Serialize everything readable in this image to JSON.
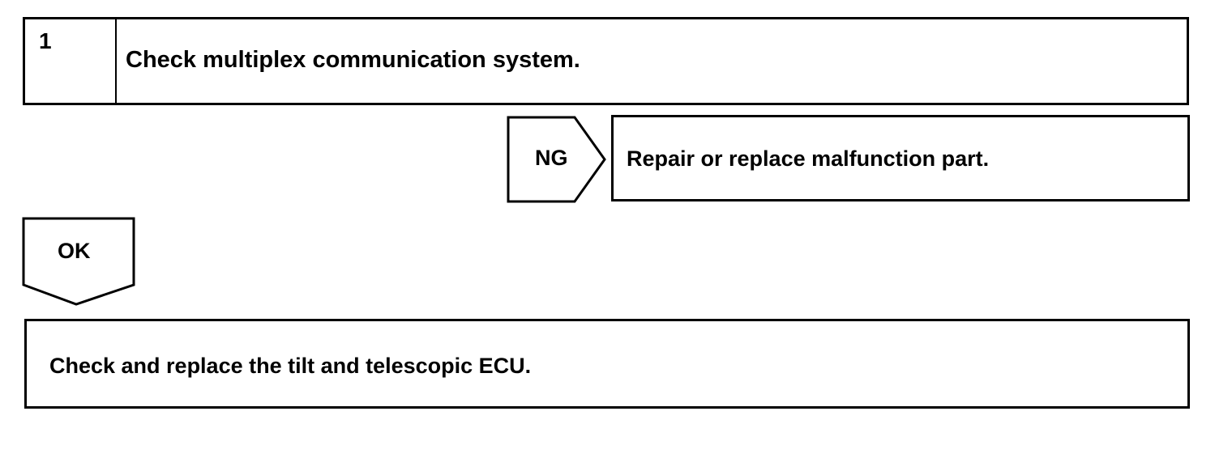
{
  "step": {
    "number": "1",
    "text": "Check multiplex communication system."
  },
  "ng_branch": {
    "label": "NG",
    "action": "Repair or replace malfunction part."
  },
  "ok_branch": {
    "label": "OK"
  },
  "final_step": {
    "text": "Check and replace the tilt and telescopic ECU."
  }
}
